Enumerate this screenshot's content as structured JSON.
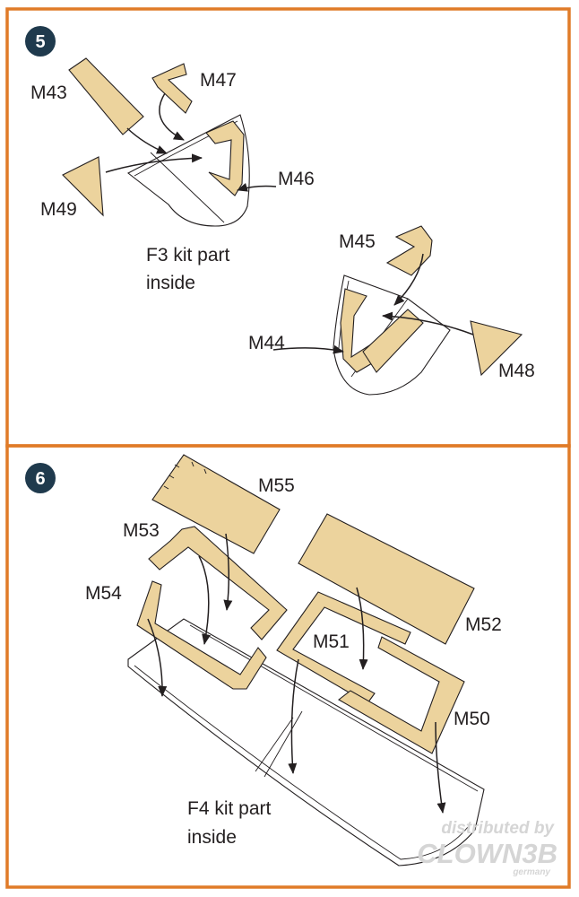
{
  "colors": {
    "frame": "#e07b28",
    "part_fill": "#ecd39d",
    "ink": "#231f20",
    "badge": "#1f3a4d"
  },
  "steps": [
    {
      "number": "5",
      "note": [
        "F3 kit part",
        "inside"
      ],
      "labels": {
        "m43": "M43",
        "m47": "M47",
        "m46": "M46",
        "m49": "M49",
        "m45": "M45",
        "m44": "M44",
        "m48": "M48"
      }
    },
    {
      "number": "6",
      "note": [
        "F4 kit part",
        "inside"
      ],
      "labels": {
        "m55": "M55",
        "m53": "M53",
        "m54": "M54",
        "m52": "M52",
        "m51": "M51",
        "m50": "M50"
      }
    }
  ],
  "watermark": {
    "line1": "distributed by",
    "line2": "CLOWN3B",
    "line3": "germany"
  }
}
